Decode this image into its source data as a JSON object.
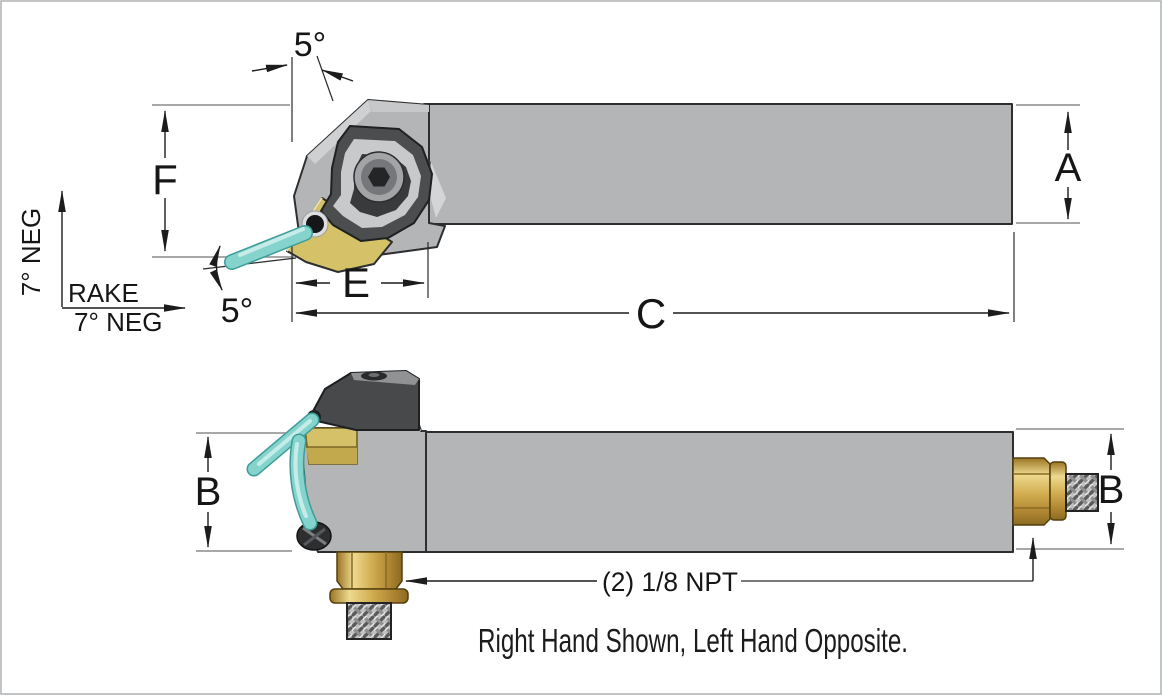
{
  "diagram": {
    "caption": "Right Hand Shown, Left Hand Opposite.",
    "coolant_callout": "(2) 1/8  NPT",
    "rake_axes": {
      "label": "RAKE",
      "vertical_value": "7° NEG",
      "horizontal_value": "7° NEG"
    },
    "top_view": {
      "end_angle": "5°",
      "side_angle": "5°",
      "dim_head_height": "F",
      "dim_head_length": "E",
      "dim_overall_length": "C",
      "dim_shank_height": "A"
    },
    "side_view": {
      "dim_width_left": "B",
      "dim_width_right": "B"
    },
    "colors": {
      "steel": "#b3b5b7",
      "steel_light": "#cbcdcf",
      "clamp_dark": "#4a4c4e",
      "insert_gold": "#d5c167",
      "insert_gold_dark": "#c2a94d",
      "coolant": "#84d3cd",
      "brass": "#d9b75c",
      "line": "#1c1c1c",
      "background": "#ffffff"
    }
  }
}
